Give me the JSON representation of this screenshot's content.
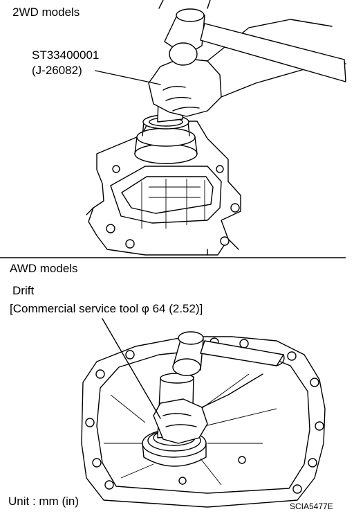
{
  "top_section": {
    "heading": "2WD models",
    "tool_number": "ST33400001",
    "tool_alt_number": "(J-26082)"
  },
  "bottom_section": {
    "heading": "AWD models",
    "tool_name": "Drift",
    "tool_spec": "[Commercial service tool φ 64 (2.52)]"
  },
  "footer": {
    "unit_note": "Unit : mm (in)",
    "figure_id": "SCIA5477E"
  }
}
